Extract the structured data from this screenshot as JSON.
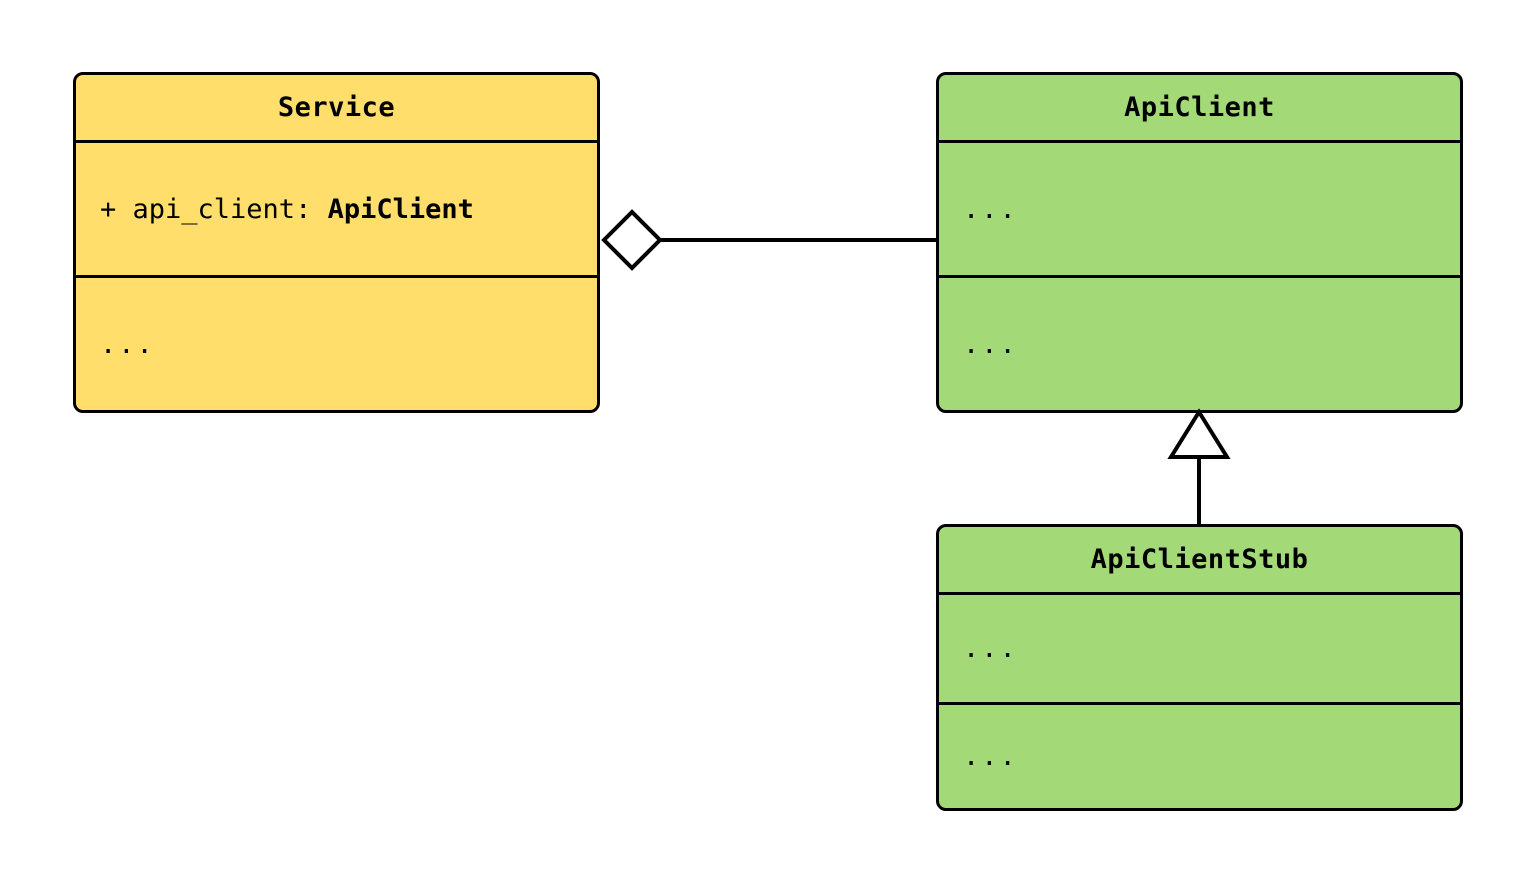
{
  "diagram": {
    "type": "uml-class-diagram",
    "background": "#ffffff",
    "classes": [
      {
        "id": "service",
        "name": "Service",
        "fill": "#ffde6b",
        "stroke": "#000000",
        "attributes": [
          {
            "visibility": "+",
            "name": "api_client",
            "type": "ApiClient",
            "text_prefix": "+ api_client: ",
            "text_type": "ApiClient"
          }
        ],
        "methods_placeholder": "..."
      },
      {
        "id": "apiclient",
        "name": "ApiClient",
        "fill": "#a4d977",
        "stroke": "#000000",
        "attributes_placeholder": "...",
        "methods_placeholder": "..."
      },
      {
        "id": "apiclientstub",
        "name": "ApiClientStub",
        "fill": "#a4d977",
        "stroke": "#000000",
        "attributes_placeholder": "...",
        "methods_placeholder": "..."
      }
    ],
    "relationships": [
      {
        "id": "service-aggregates-apiclient",
        "kind": "aggregation",
        "marker": "hollow-diamond",
        "source": "Service",
        "target": "ApiClient",
        "label": ""
      },
      {
        "id": "apiclientstub-inherits-apiclient",
        "kind": "generalization",
        "marker": "hollow-triangle",
        "source": "ApiClientStub",
        "target": "ApiClient",
        "label": ""
      }
    ]
  }
}
